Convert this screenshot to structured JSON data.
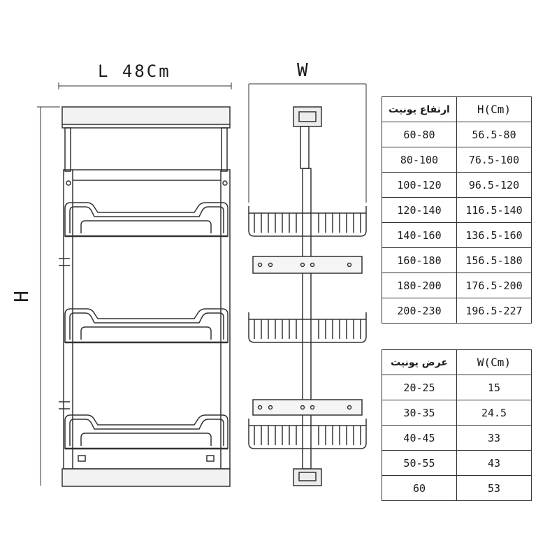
{
  "labels": {
    "length": "L 48Cm",
    "width": "W",
    "height": "H"
  },
  "height_table": {
    "headers": [
      "ارتفاع یونیت",
      "H(Cm)"
    ],
    "rows": [
      [
        "60-80",
        "56.5-80"
      ],
      [
        "80-100",
        "76.5-100"
      ],
      [
        "100-120",
        "96.5-120"
      ],
      [
        "120-140",
        "116.5-140"
      ],
      [
        "140-160",
        "136.5-160"
      ],
      [
        "160-180",
        "156.5-180"
      ],
      [
        "180-200",
        "176.5-200"
      ],
      [
        "200-230",
        "196.5-227"
      ]
    ]
  },
  "width_table": {
    "headers": [
      "عرض یونیت",
      "W(Cm)"
    ],
    "rows": [
      [
        "20-25",
        "15"
      ],
      [
        "30-35",
        "24.5"
      ],
      [
        "40-45",
        "33"
      ],
      [
        "50-55",
        "43"
      ],
      [
        "60",
        "53"
      ]
    ]
  }
}
